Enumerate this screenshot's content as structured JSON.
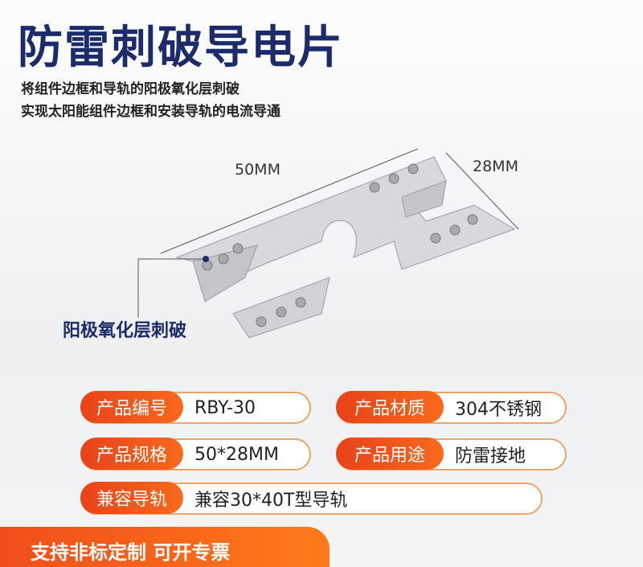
{
  "title": "防雷刺破导电片",
  "subtitle": [
    "将组件边框和导轨的阳极氧化层刺破",
    "实现太阳能组件边框和安装导轨的电流导通"
  ],
  "dimensions": {
    "length": "50MM",
    "width": "28MM"
  },
  "callout": "阳极氧化层刺破",
  "specs": [
    {
      "label": "产品编号",
      "value": "RBY-30"
    },
    {
      "label": "产品材质",
      "value": "304不锈钢"
    },
    {
      "label": "产品规格",
      "value": "50*28MM"
    },
    {
      "label": "产品用途",
      "value": "防雷接地"
    },
    {
      "label": "兼容导轨",
      "value": "兼容30*40T型导轨"
    }
  ],
  "banner": "支持非标定制 可开专票",
  "colors": {
    "navy": "#1b2b6b",
    "orange": "#f05a1a"
  }
}
